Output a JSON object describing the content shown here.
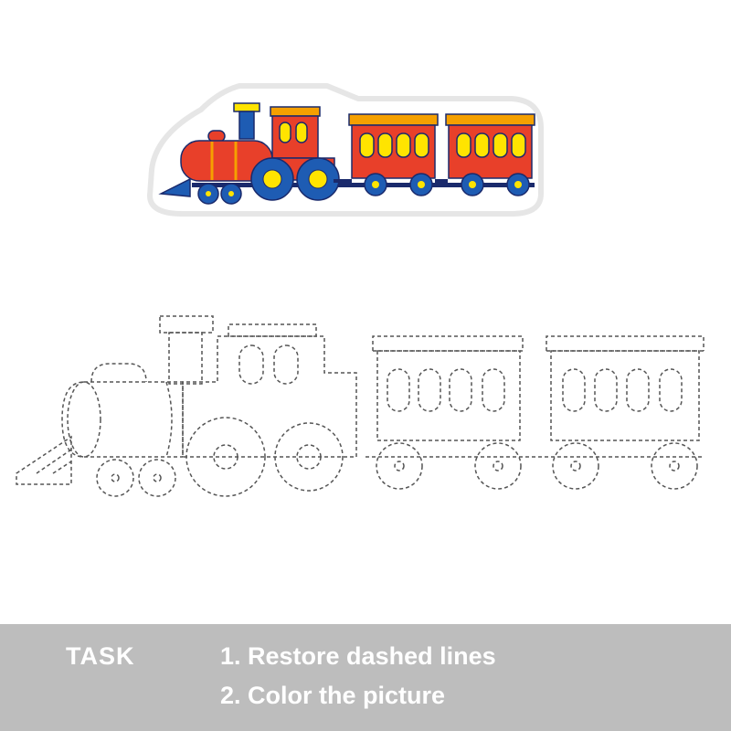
{
  "colors": {
    "background": "#ffffff",
    "task_bar": "#bdbdbd",
    "task_text": "#ffffff",
    "train_red": "#e8402a",
    "train_yellow": "#ffe400",
    "train_orange": "#f5a000",
    "train_blue": "#1e5cb3",
    "train_navy": "#1a2a6c",
    "trace_dash": "#555555",
    "sticker_border": "#e6e6e6"
  },
  "illustration": {
    "colored_train": {
      "cars": 2,
      "icons": [
        "steam-locomotive-icon",
        "passenger-car-icon"
      ]
    },
    "dashed_tracing_train": {
      "cars": 2,
      "style": "dashed-outline"
    }
  },
  "task": {
    "label": "TASK",
    "steps": [
      "1. Restore dashed lines",
      "2. Color the picture"
    ]
  }
}
